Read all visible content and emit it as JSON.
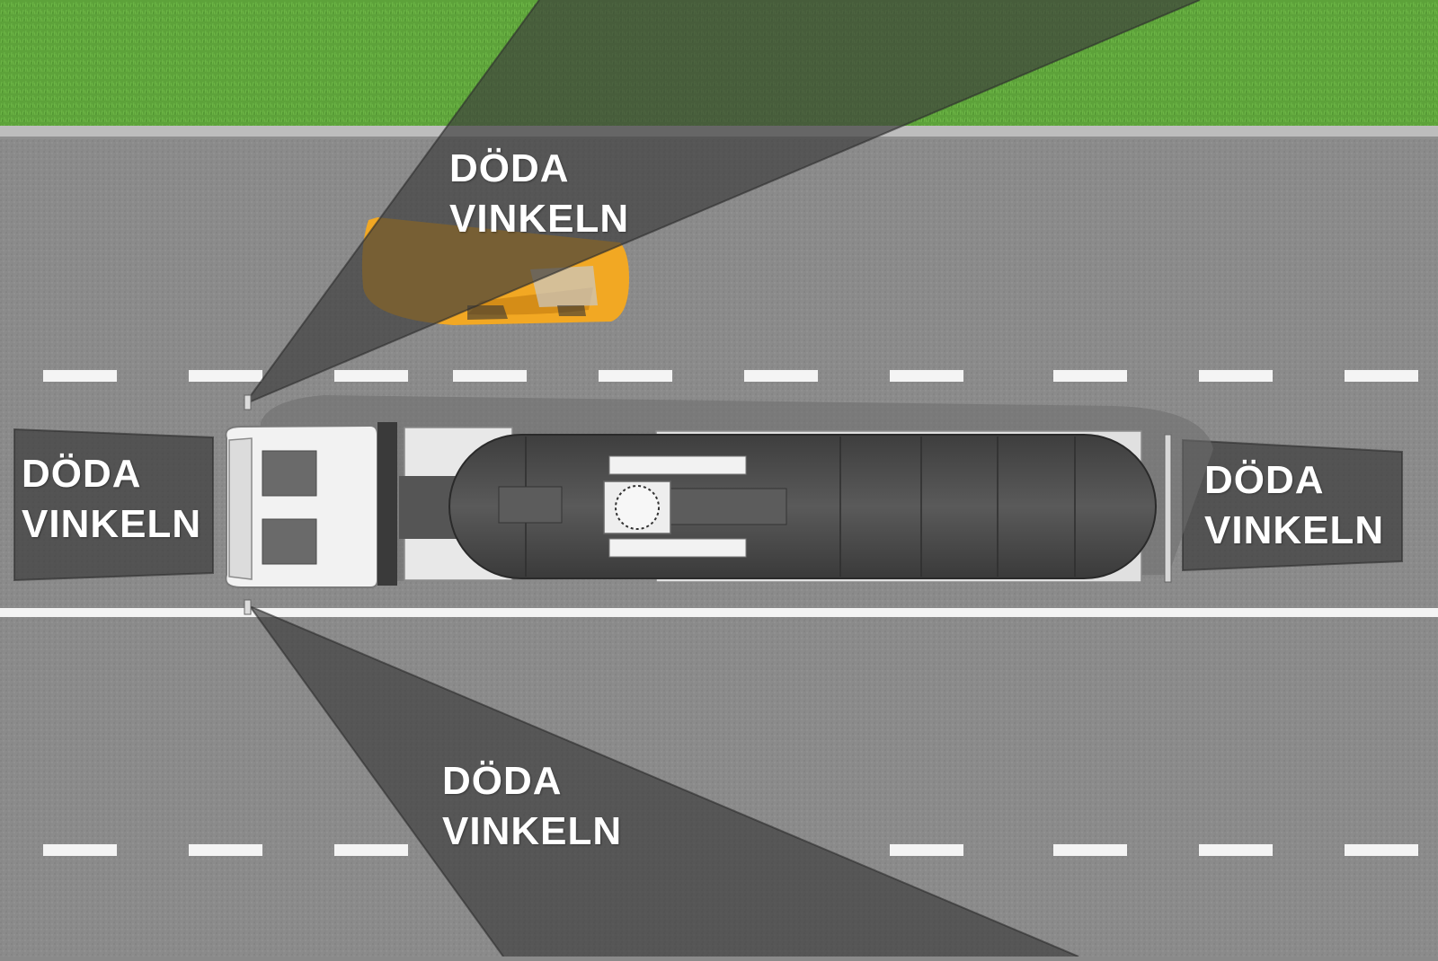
{
  "labels": {
    "top": {
      "line1": "DÖDA",
      "line2": "VINKELN"
    },
    "left": {
      "line1": "DÖDA",
      "line2": "VINKELN"
    },
    "right": {
      "line1": "DÖDA",
      "line2": "VINKELN"
    },
    "bottom": {
      "line1": "DÖDA",
      "line2": "VINKELN"
    }
  },
  "colors": {
    "grass": "#5fa33a",
    "asphalt": "#8c8c8c",
    "curb": "#b9b9b9",
    "lane_marking": "#f4f4f4",
    "blind_zone": "#3c3c3c",
    "cab": "#f2f2f2",
    "tank": "#4a4a4a",
    "car": "#f2a823"
  },
  "icons": [
    "truck-icon",
    "tanker-trailer-icon",
    "car-icon"
  ]
}
